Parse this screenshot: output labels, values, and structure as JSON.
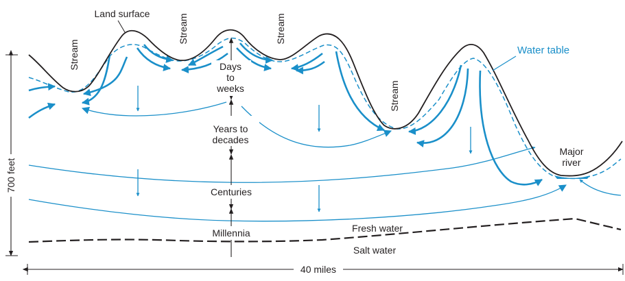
{
  "labels": {
    "land_surface": "Land surface",
    "stream": "Stream",
    "water_table": "Water table",
    "days_to_weeks": [
      "Days",
      "to",
      "weeks"
    ],
    "years_to_decades": [
      "Years to",
      "decades"
    ],
    "centuries": "Centuries",
    "millennia": "Millennia",
    "major_river": [
      "Major",
      "river"
    ],
    "fresh_water": "Fresh water",
    "salt_water": "Salt water",
    "height": "700 feet",
    "width": "40 miles"
  },
  "colors": {
    "flow": "#1a8fc9",
    "land": "#231f20",
    "river_fill": "#1a8fc9"
  }
}
